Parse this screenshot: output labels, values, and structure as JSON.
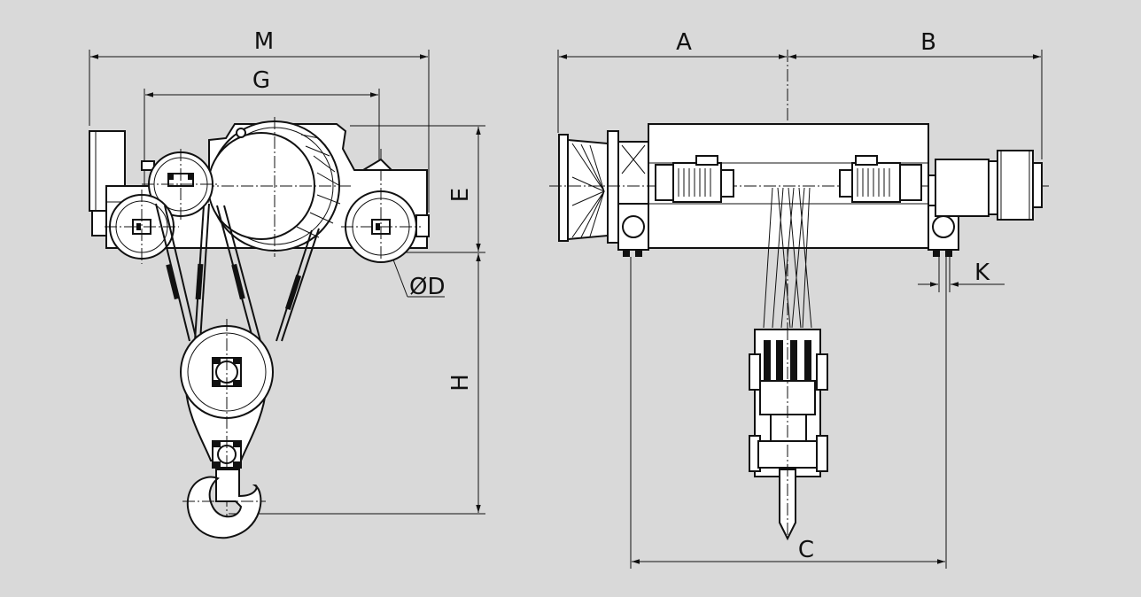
{
  "labels": {
    "M": "M",
    "G": "G",
    "E": "E",
    "H": "H",
    "D": "ØD",
    "A": "A",
    "B": "B",
    "K": "K",
    "C": "C"
  }
}
